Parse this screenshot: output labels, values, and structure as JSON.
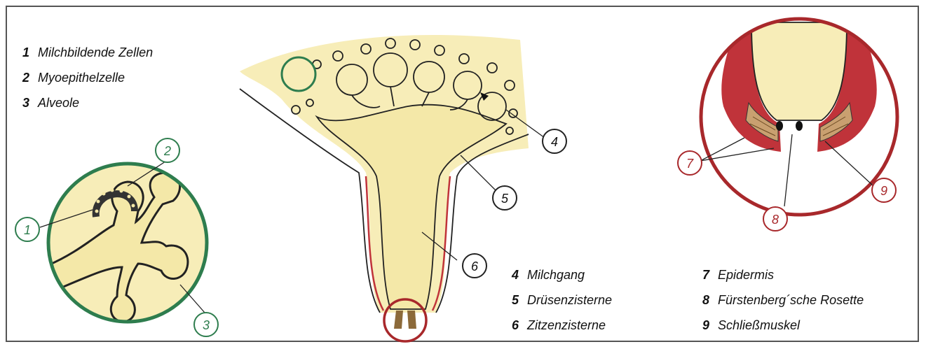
{
  "legend_left": [
    {
      "num": "1",
      "label": "Milchbildende Zellen"
    },
    {
      "num": "2",
      "label": "Myoepithelzelle"
    },
    {
      "num": "3",
      "label": "Alveole"
    }
  ],
  "legend_middle": [
    {
      "num": "4",
      "label": "Milchgang"
    },
    {
      "num": "5",
      "label": "Drüsenzisterne"
    },
    {
      "num": "6",
      "label": "Zitzenzisterne"
    }
  ],
  "legend_right": [
    {
      "num": "7",
      "label": "Epidermis"
    },
    {
      "num": "8",
      "label": "Fürstenberg´sche Rosette"
    },
    {
      "num": "9",
      "label": "Schließmuskel"
    }
  ],
  "callouts": {
    "c1": "1",
    "c2": "2",
    "c3": "3",
    "c4": "4",
    "c5": "5",
    "c6": "6",
    "c7": "7",
    "c8": "8",
    "c9": "9"
  },
  "colors": {
    "tissue": "#f7edb8",
    "green_ring": "#2e7d4e",
    "red_ring": "#a8282b",
    "red_wall": "#c0333a",
    "muscle": "#c9a070"
  }
}
